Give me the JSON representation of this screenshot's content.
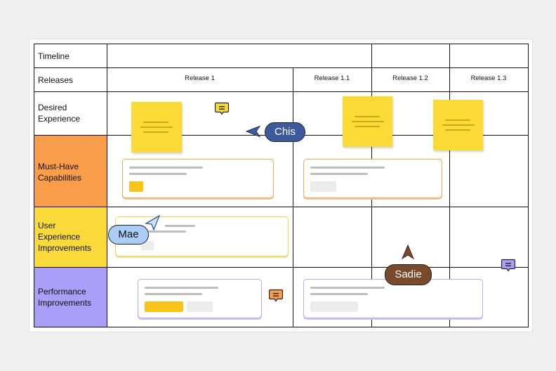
{
  "rows": {
    "timeline": "Timeline",
    "releases": "Releases",
    "desired_experience": "Desired\nExperience",
    "must_have": "Must-Have\nCapabilities",
    "ux_improvements": "User\nExperience\nImprovements",
    "performance": "Performance\nImprovements"
  },
  "releases": [
    "Release 1",
    "Release 1.1",
    "Release 1.2",
    "Release 1.3"
  ],
  "collaborators": [
    {
      "name": "Chis",
      "color": "#3d5a9c"
    },
    {
      "name": "Mae",
      "color": "#a9cdf7"
    },
    {
      "name": "Sadie",
      "color": "#7a4a2c"
    }
  ],
  "colors": {
    "must_have": "#f99d4b",
    "ux_improvements": "#fad93a",
    "performance": "#a99ef8",
    "sticky": "#fadb36"
  },
  "icons": [
    "comment-icon",
    "cursor-arrow-icon"
  ]
}
